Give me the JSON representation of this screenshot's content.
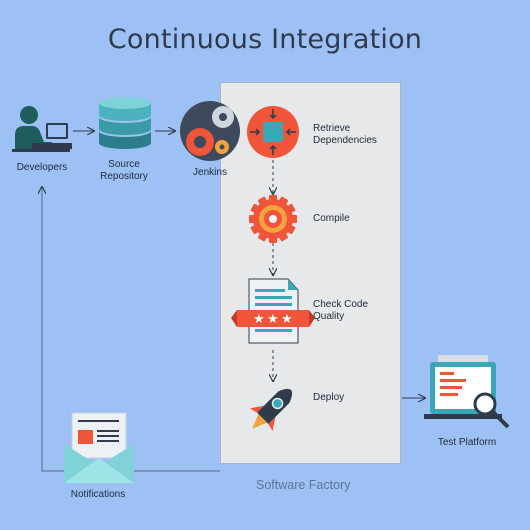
{
  "title": "Continuous Integration",
  "nodes": {
    "developers": "Developers",
    "source_repository": "Source\nRepository",
    "jenkins": "Jenkins",
    "retrieve_dependencies": "Retrieve\nDependencies",
    "compile": "Compile",
    "check_code_quality": "Check Code\nQuality",
    "deploy": "Deploy",
    "test_platform": "Test Platform",
    "notifications": "Notifications"
  },
  "factory_label": "Software Factory",
  "colors": {
    "background": "#9dc1f5",
    "orange": "#f0553a",
    "dark": "#2f3b4c",
    "teal": "#3aa7b6",
    "box": "#e7e8ea"
  }
}
